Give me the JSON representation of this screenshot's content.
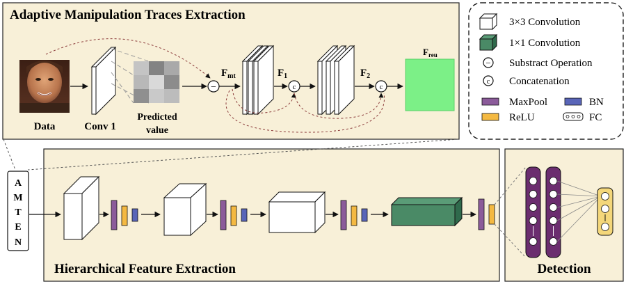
{
  "sections": {
    "amte": {
      "title": "Adaptive Manipulation Traces Extraction"
    },
    "hfe": {
      "title": "Hierarchical Feature Extraction"
    },
    "det": {
      "title": "Detection"
    }
  },
  "amte_flow": {
    "data_label": "Data",
    "conv1_label": "Conv 1",
    "predicted_line1": "Predicted",
    "predicted_line2": "value",
    "fmt_main": "F",
    "fmt_sub": "mt",
    "f1_main": "F",
    "f1_sub": "1",
    "f2_main": "F",
    "f2_sub": "2",
    "freu_main": "F",
    "freu_sub": "reu",
    "minus_glyph": "−",
    "concat_glyph": "c"
  },
  "amten": {
    "letters": [
      "A",
      "M",
      "T",
      "E",
      "N"
    ]
  },
  "legend": {
    "conv3": "3×3 Convolution",
    "conv1": "1×1 Convolution",
    "subtract": "Substract Operation",
    "concat": "Concatenation",
    "subtract_glyph": "−",
    "concat_glyph": "c",
    "maxpool": "MaxPool",
    "bn": "BN",
    "relu": "ReLU",
    "fc": "FC"
  },
  "colors": {
    "panel_fill": "#f8f0d8",
    "maxpool": "#8b5b9a",
    "relu": "#f4b942",
    "bn": "#5965b8",
    "conv1x1": "#4a8a66",
    "fc_node": "#f4d77a",
    "freu": "#7cf087",
    "dashed": "#8b3a3a"
  }
}
